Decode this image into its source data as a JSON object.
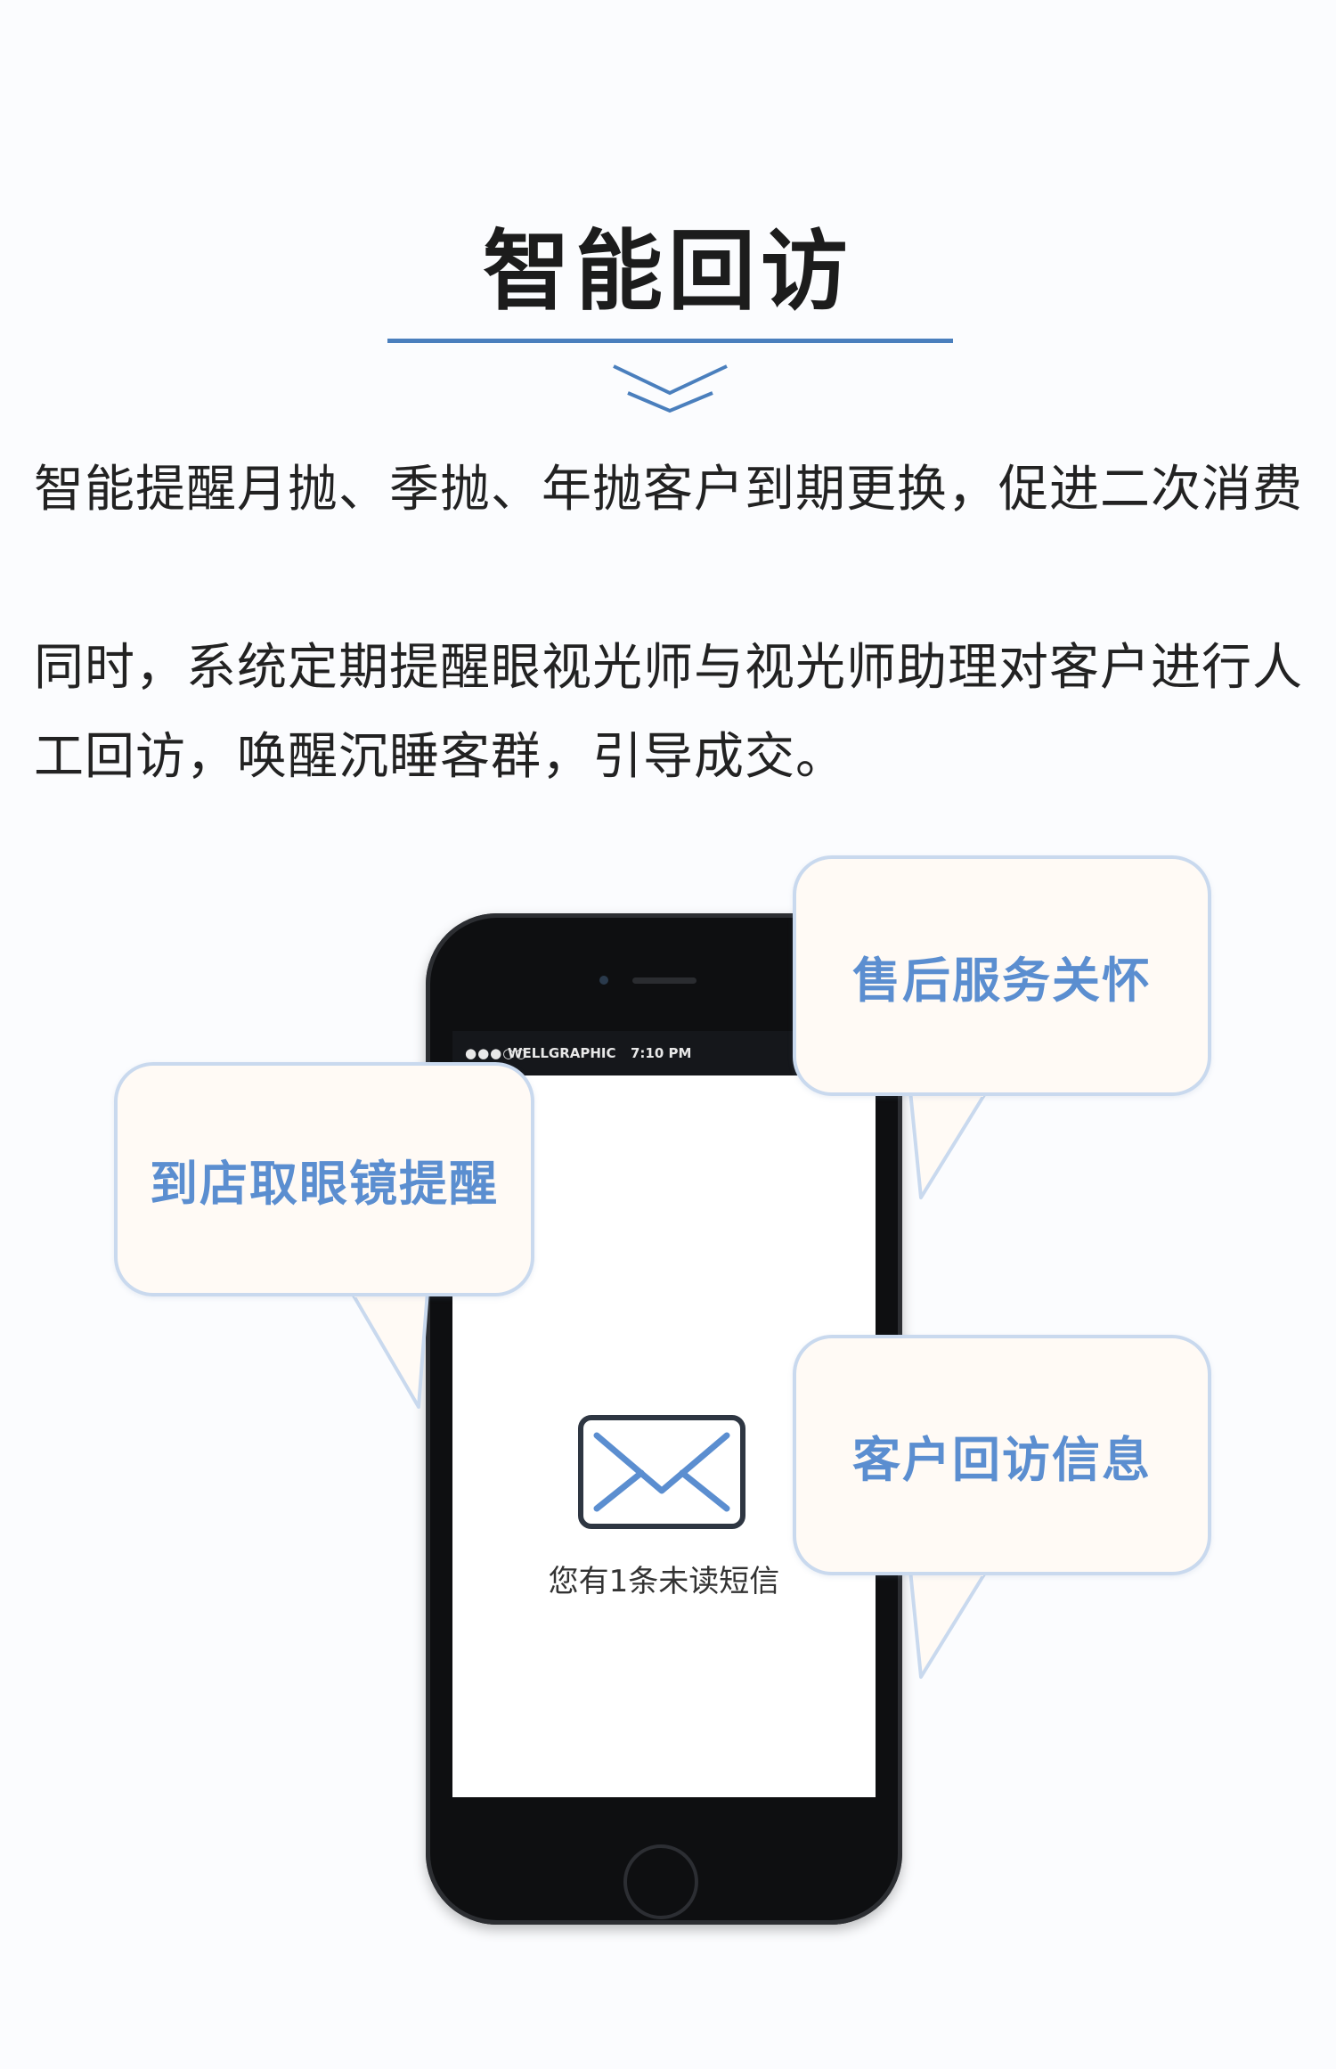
{
  "section": {
    "title": "智能回访"
  },
  "description": {
    "line1": "智能提醒月抛、季抛、年抛客户到期更换，促进二次消费",
    "line2": "同时，系统定期提醒眼视光师与视光师助理对客户进行人工回访，唤醒沉睡客群，引导成交。"
  },
  "phone": {
    "carrier": "WELLGRAPHIC",
    "time": "7:10 PM",
    "signal": "●●●○○",
    "bluetooth": "✱",
    "message_icon": "envelope-icon",
    "message_text": "您有1条未读短信"
  },
  "bubbles": {
    "after_sales": "售后服务关怀",
    "pickup_reminder": "到店取眼镜提醒",
    "follow_up": "客户回访信息"
  },
  "colors": {
    "accent_blue": "#4a7fbd",
    "bubble_text": "#5b8ed0",
    "bubble_border": "#c9d9ee",
    "bubble_fill": "#fffaf5"
  }
}
